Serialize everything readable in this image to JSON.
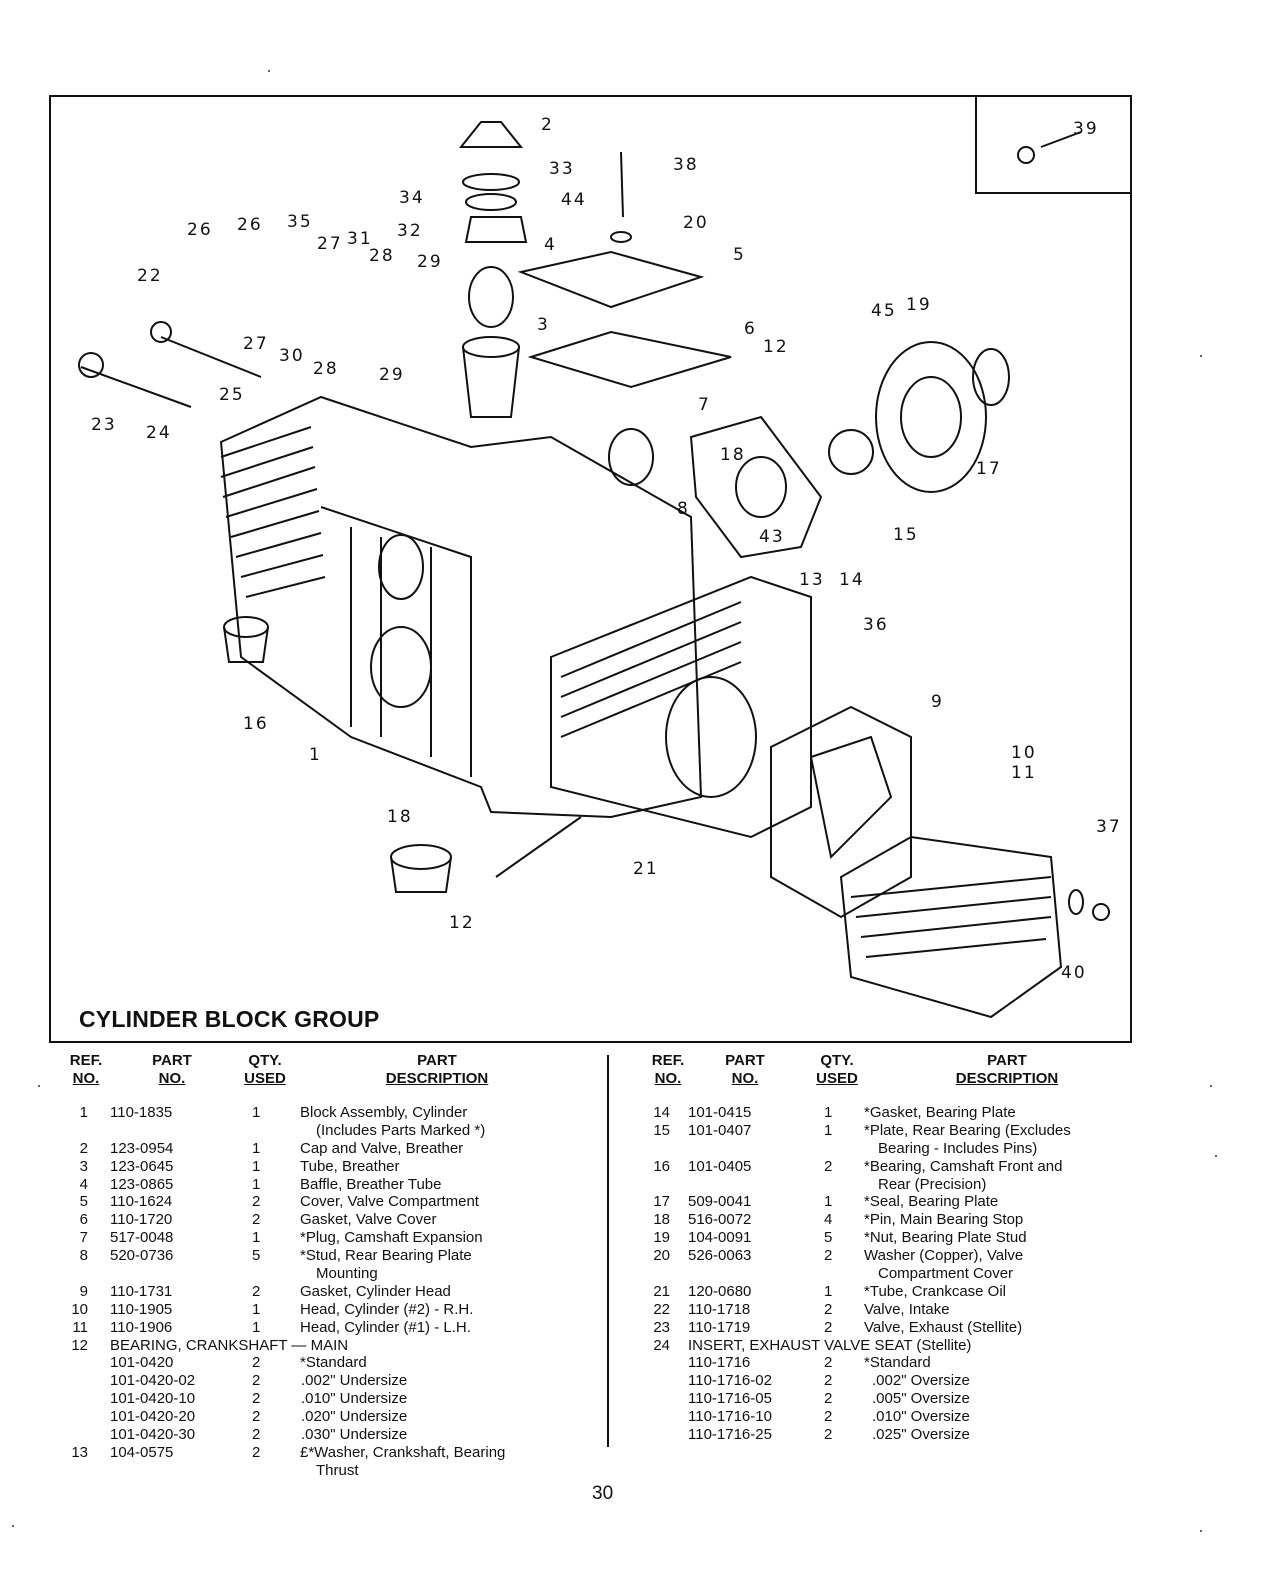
{
  "figure": {
    "title": "CYLINDER BLOCK GROUP",
    "callouts": [
      "2",
      "33",
      "34",
      "44",
      "38",
      "20",
      "5",
      "26",
      "26",
      "35",
      "27",
      "31",
      "32",
      "28",
      "29",
      "4",
      "22",
      "3",
      "6",
      "27",
      "30",
      "28",
      "29",
      "12",
      "45",
      "19",
      "25",
      "7",
      "23",
      "24",
      "18",
      "17",
      "8",
      "15",
      "43",
      "13",
      "14",
      "36",
      "16",
      "9",
      "1",
      "10",
      "11",
      "37",
      "18",
      "21",
      "12",
      "40",
      "39"
    ]
  },
  "table": {
    "headers": {
      "ref": [
        "REF.",
        "NO."
      ],
      "part": [
        "PART",
        "NO."
      ],
      "qty": [
        "QTY.",
        "USED"
      ],
      "desc": [
        "PART",
        "DESCRIPTION"
      ]
    },
    "left_rows": [
      {
        "ref": "1",
        "part": "110-1835",
        "qty": "1",
        "desc": "Block Assembly, Cylinder"
      },
      {
        "ref": "",
        "part": "",
        "qty": "",
        "desc": "(Includes Parts Marked *)"
      },
      {
        "ref": "2",
        "part": "123-0954",
        "qty": "1",
        "desc": "Cap and Valve, Breather"
      },
      {
        "ref": "3",
        "part": "123-0645",
        "qty": "1",
        "desc": "Tube, Breather"
      },
      {
        "ref": "4",
        "part": "123-0865",
        "qty": "1",
        "desc": "Baffle, Breather Tube"
      },
      {
        "ref": "5",
        "part": "110-1624",
        "qty": "2",
        "desc": "Cover, Valve Compartment"
      },
      {
        "ref": "6",
        "part": "110-1720",
        "qty": "2",
        "desc": "Gasket, Valve Cover"
      },
      {
        "ref": "7",
        "part": "517-0048",
        "qty": "1",
        "desc": "*Plug, Camshaft Expansion"
      },
      {
        "ref": "8",
        "part": "520-0736",
        "qty": "5",
        "desc": "*Stud, Rear Bearing Plate"
      },
      {
        "ref": "",
        "part": "",
        "qty": "",
        "desc": "Mounting"
      },
      {
        "ref": "9",
        "part": "110-1731",
        "qty": "2",
        "desc": "Gasket, Cylinder Head"
      },
      {
        "ref": "10",
        "part": "110-1905",
        "qty": "1",
        "desc": "Head, Cylinder (#2) - R.H."
      },
      {
        "ref": "11",
        "part": "110-1906",
        "qty": "1",
        "desc": "Head, Cylinder (#1) - L.H."
      },
      {
        "ref": "12",
        "part": "BEARING, CRANKSHAFT — MAIN",
        "qty": "",
        "desc": ""
      },
      {
        "ref": "",
        "part": "101-0420",
        "qty": "2",
        "desc": "*Standard"
      },
      {
        "ref": "",
        "part": "101-0420-02",
        "qty": "2",
        "desc": ".002\" Undersize"
      },
      {
        "ref": "",
        "part": "101-0420-10",
        "qty": "2",
        "desc": ".010\" Undersize"
      },
      {
        "ref": "",
        "part": "101-0420-20",
        "qty": "2",
        "desc": ".020\" Undersize"
      },
      {
        "ref": "",
        "part": "101-0420-30",
        "qty": "2",
        "desc": ".030\" Undersize"
      },
      {
        "ref": "13",
        "part": "104-0575",
        "qty": "2",
        "desc": "£*Washer, Crankshaft, Bearing"
      },
      {
        "ref": "",
        "part": "",
        "qty": "",
        "desc": "Thrust"
      }
    ],
    "right_rows": [
      {
        "ref": "14",
        "part": "101-0415",
        "qty": "1",
        "desc": "*Gasket, Bearing Plate"
      },
      {
        "ref": "15",
        "part": "101-0407",
        "qty": "1",
        "desc": "*Plate, Rear Bearing (Excludes"
      },
      {
        "ref": "",
        "part": "",
        "qty": "",
        "desc": "Bearing - Includes Pins)"
      },
      {
        "ref": "16",
        "part": "101-0405",
        "qty": "2",
        "desc": "*Bearing, Camshaft Front and"
      },
      {
        "ref": "",
        "part": "",
        "qty": "",
        "desc": "Rear (Precision)"
      },
      {
        "ref": "17",
        "part": "509-0041",
        "qty": "1",
        "desc": "*Seal, Bearing Plate"
      },
      {
        "ref": "18",
        "part": "516-0072",
        "qty": "4",
        "desc": "*Pin, Main Bearing Stop"
      },
      {
        "ref": "19",
        "part": "104-0091",
        "qty": "5",
        "desc": "*Nut, Bearing Plate Stud"
      },
      {
        "ref": "20",
        "part": "526-0063",
        "qty": "2",
        "desc": "Washer (Copper), Valve"
      },
      {
        "ref": "",
        "part": "",
        "qty": "",
        "desc": "Compartment Cover"
      },
      {
        "ref": "21",
        "part": "120-0680",
        "qty": "1",
        "desc": "*Tube, Crankcase Oil"
      },
      {
        "ref": "22",
        "part": "110-1718",
        "qty": "2",
        "desc": "Valve, Intake"
      },
      {
        "ref": "23",
        "part": "110-1719",
        "qty": "2",
        "desc": "Valve, Exhaust (Stellite)"
      },
      {
        "ref": "24",
        "part": "INSERT, EXHAUST VALVE SEAT (Stellite)",
        "qty": "",
        "desc": ""
      },
      {
        "ref": "",
        "part": "110-1716",
        "qty": "2",
        "desc": "*Standard"
      },
      {
        "ref": "",
        "part": "110-1716-02",
        "qty": "2",
        "desc": ".002\" Oversize"
      },
      {
        "ref": "",
        "part": "110-1716-05",
        "qty": "2",
        "desc": ".005\" Oversize"
      },
      {
        "ref": "",
        "part": "110-1716-10",
        "qty": "2",
        "desc": ".010\" Oversize"
      },
      {
        "ref": "",
        "part": "110-1716-25",
        "qty": "2",
        "desc": ".025\" Oversize"
      }
    ]
  },
  "page_number": "30"
}
